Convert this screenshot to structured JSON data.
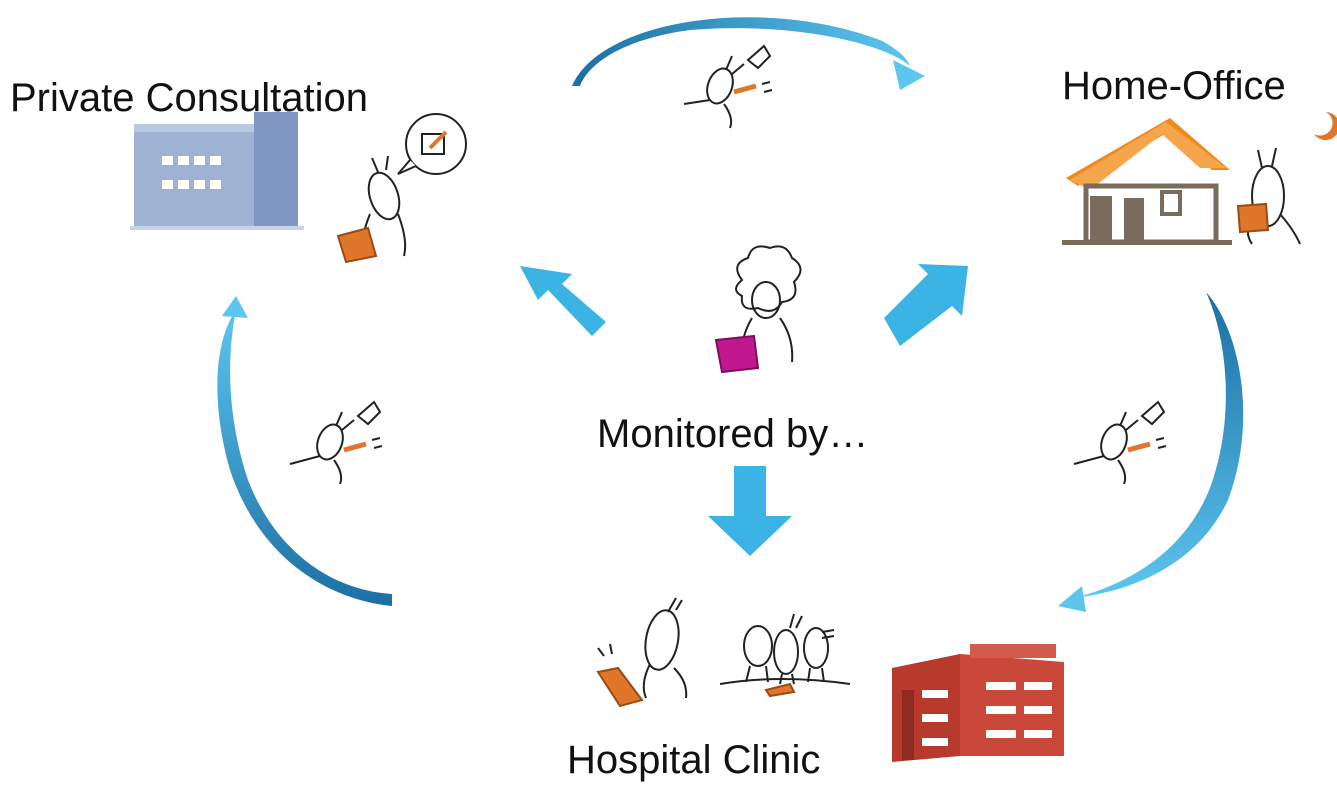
{
  "labels": {
    "private_consultation": "Private Consultation",
    "home_office": "Home-Office",
    "monitored_by": "Monitored by…",
    "hospital_clinic": "Hospital Clinic"
  },
  "colors": {
    "arrow_blue": "#3bb3e4",
    "curve_dark": "#1d6fa3",
    "curve_light": "#5cc6ef",
    "office_building": "#9fb2d4",
    "house_roof": "#f18a1d",
    "house_body": "#7a6c5d",
    "hospital_building": "#b83a2c",
    "laptop_orange": "#e0762a",
    "laptop_magenta": "#c2188f",
    "ink": "#222222"
  },
  "icons": [
    "office-building-icon",
    "house-icon",
    "hospital-building-icon",
    "doctor-with-laptop-icon",
    "person-at-home-with-laptop-icon",
    "moon-icon",
    "monitor-person-with-laptop-icon",
    "flying-doctor-icon",
    "doctor-with-tablet-icon",
    "team-of-doctors-icon"
  ]
}
